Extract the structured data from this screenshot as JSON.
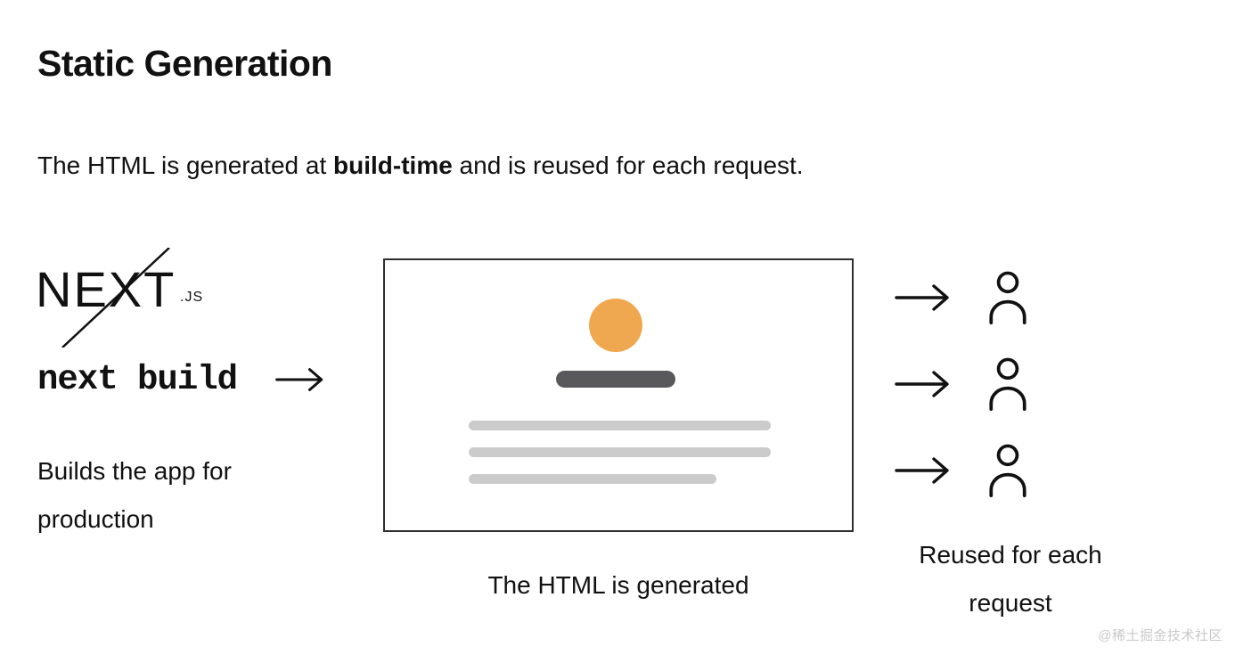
{
  "page": {
    "title": "Static Generation",
    "subtitle": {
      "prefix": "The HTML is generated at ",
      "bold": "build-time",
      "suffix": " and is reused for each request."
    },
    "watermark": "@稀土掘金技术社区"
  },
  "build_step": {
    "logo": {
      "wordmark": "NEXT",
      "suffix": ".JS",
      "icon": "nextjs-logo"
    },
    "command": "next build",
    "arrow_icon": "arrow-right",
    "description": "Builds the app for production"
  },
  "generated_html": {
    "caption": "The HTML is generated",
    "card": {
      "avatar_icon": "avatar-circle",
      "title_bar_icon": "title-placeholder-bar",
      "text_bars": 3
    }
  },
  "requests": {
    "rows": 3,
    "arrow_icon": "arrow-right",
    "user_icon": "person",
    "caption": "Reused for each request"
  },
  "colors": {
    "background": "#FFFFFF",
    "text": "#111111",
    "accent_orange": "#F0A850",
    "dark_bar": "#59595B",
    "light_bar": "#CBCBCB",
    "card_border": "#2E2E2E",
    "watermark": "#C9C9C9"
  }
}
